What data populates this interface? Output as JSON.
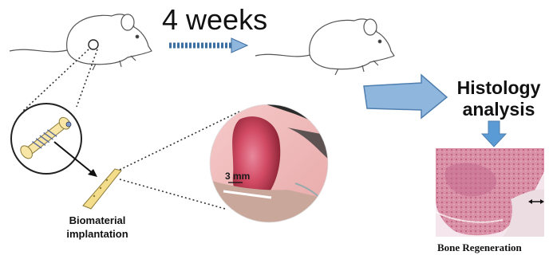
{
  "figure": {
    "duration_label": "4 weeks",
    "analysis_label_line1": "Histology",
    "analysis_label_line2": "analysis",
    "implant_label_line1": "Biomaterial",
    "implant_label_line2": "implantation",
    "histology_caption": "Bone Regeneration",
    "scale_label": "3 mm"
  },
  "colors": {
    "arrow_blue": "#8fb6dc",
    "arrow_blue_dark": "#4f7fb0",
    "dotted_arrow": "#3e6fa3",
    "implant_yellow": "#f3dc8a",
    "tissue_pink": "#d9637a",
    "histology_pink": "#d98fa6"
  },
  "icons": [
    "rat-before-icon",
    "rat-after-icon",
    "femur-with-implant-icon",
    "implant-rod-icon",
    "surgical-photo",
    "histology-slide"
  ]
}
